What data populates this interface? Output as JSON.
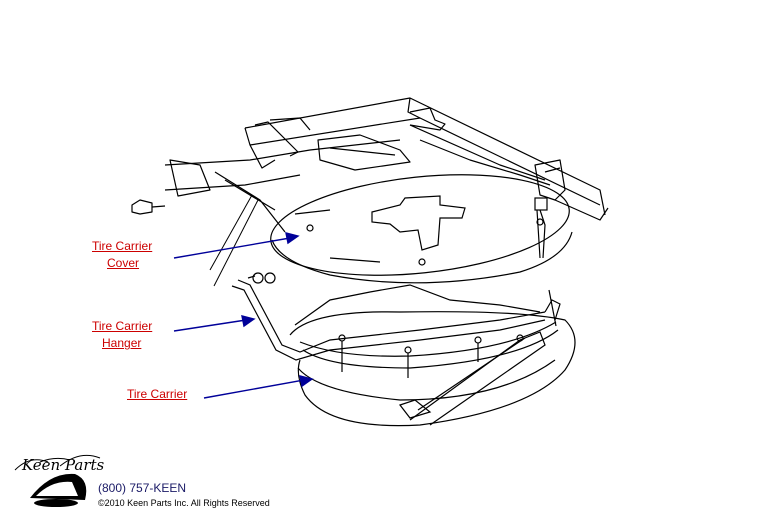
{
  "callouts": {
    "cover": {
      "line1": "Tire Carrier",
      "line2": "Cover"
    },
    "hanger": {
      "line1": "Tire Carrier",
      "line2": "Hanger"
    },
    "carrier": {
      "line1": "Tire Carrier"
    }
  },
  "footer": {
    "logo_text": "Keen Parts",
    "phone": "(800) 757-KEEN",
    "copyright": "©2010 Keen Parts Inc. All Rights Reserved"
  },
  "colors": {
    "callout_text": "#cc0000",
    "arrow": "#000099",
    "line_art": "#000000"
  }
}
